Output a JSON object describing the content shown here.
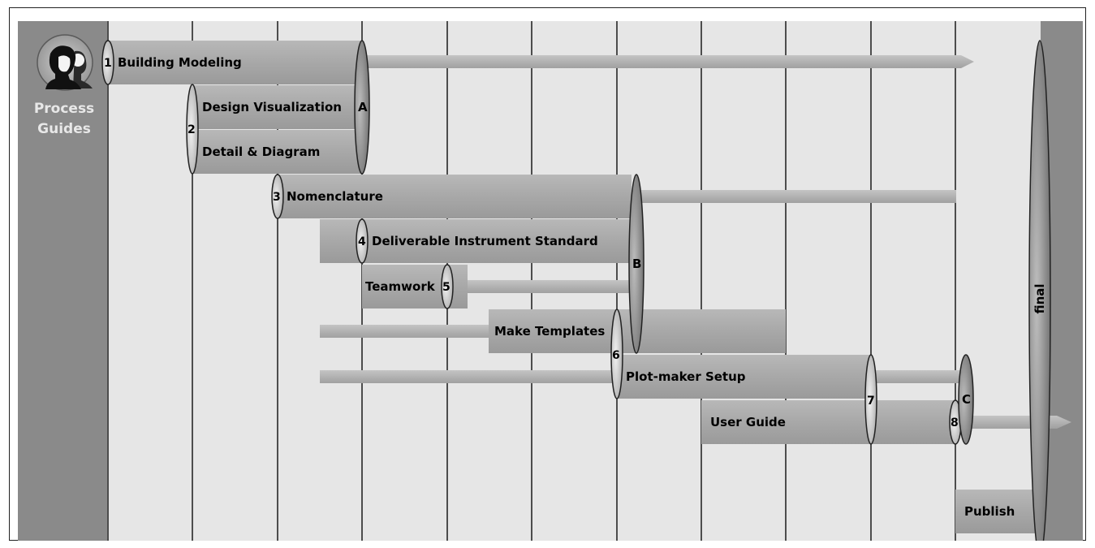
{
  "sidebar": {
    "icon": "people-icon",
    "title_line1": "Process",
    "title_line2": "Guides",
    "title_color": "#e8e8e8"
  },
  "colors": {
    "background": "#e6e6e6",
    "sidebar": "#8a8a8a",
    "bar": "#a9a9a9",
    "bar_light": "#c8c8c8",
    "milestone": "#8c8c8c",
    "gridline": "#1a1a1a"
  },
  "tasks": [
    {
      "id": "building-modeling",
      "number": "1",
      "label": "Building Modeling"
    },
    {
      "id": "design-visualization",
      "number": "2",
      "label": "Design Visualization"
    },
    {
      "id": "detail-diagram",
      "number": "",
      "label": "Detail & Diagram"
    },
    {
      "id": "nomenclature",
      "number": "3",
      "label": "Nomenclature"
    },
    {
      "id": "deliverable-instrument-standard",
      "number": "4",
      "label": "Deliverable Instrument Standard"
    },
    {
      "id": "teamwork",
      "number": "5",
      "label": "Teamwork"
    },
    {
      "id": "make-templates",
      "number": "6",
      "label": "Make Templates"
    },
    {
      "id": "plot-maker-setup",
      "number": "7",
      "label": "Plot-maker Setup"
    },
    {
      "id": "user-guide",
      "number": "8",
      "label": "User Guide"
    },
    {
      "id": "publish",
      "number": "",
      "label": "Publish"
    }
  ],
  "milestones": [
    {
      "id": "A",
      "label": "A"
    },
    {
      "id": "B",
      "label": "B"
    },
    {
      "id": "C",
      "label": "C"
    },
    {
      "id": "final",
      "label": "final"
    }
  ]
}
